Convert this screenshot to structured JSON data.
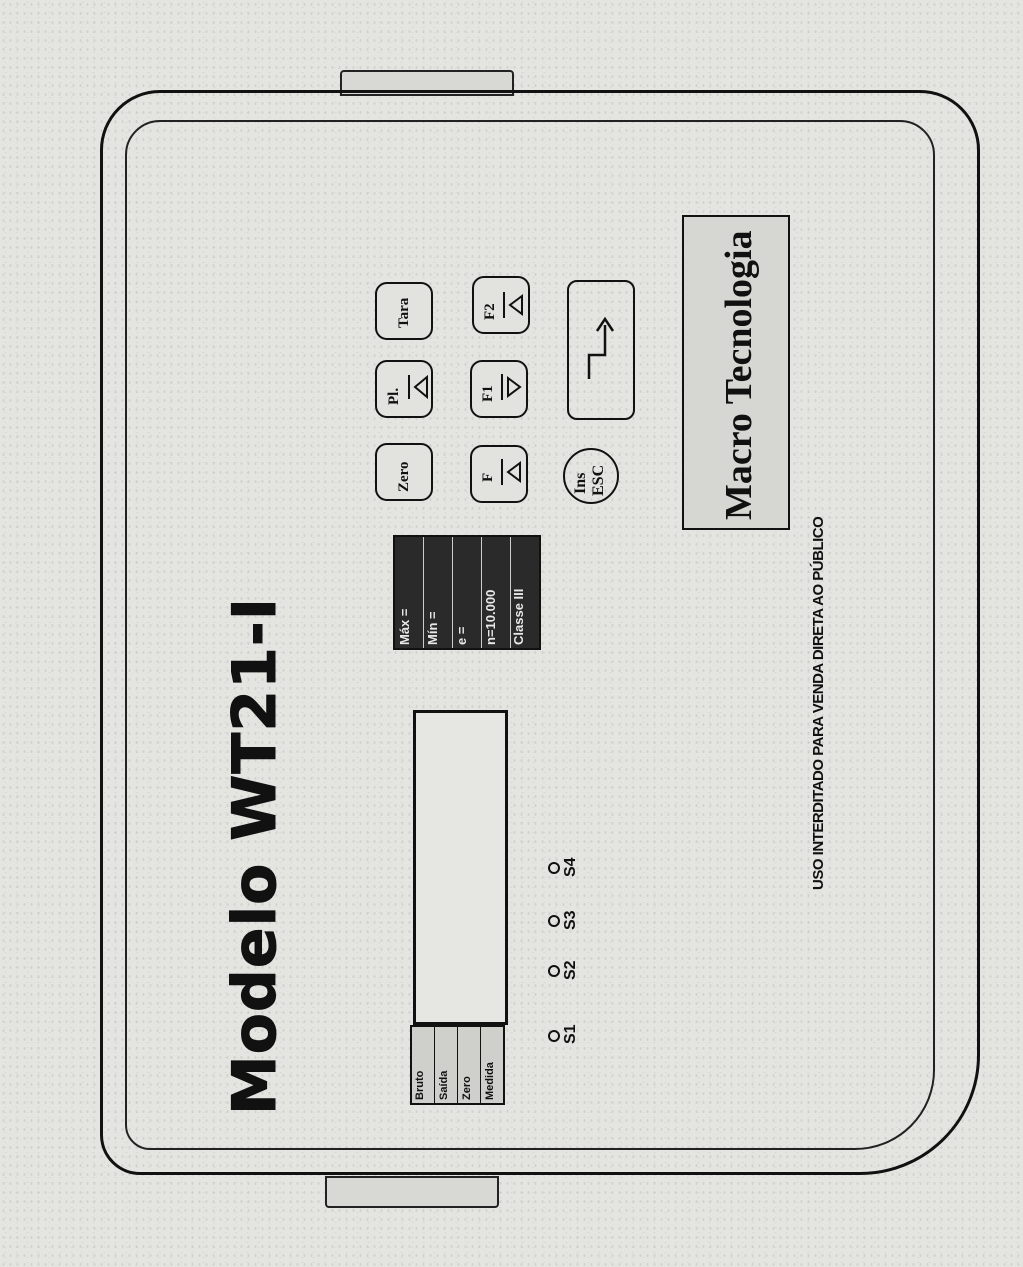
{
  "model": {
    "title": "Modelo WT21-I"
  },
  "status_labels": [
    "Bruto",
    "Saída",
    "Zero",
    "Medida"
  ],
  "leds": [
    "S1",
    "S2",
    "S3",
    "S4"
  ],
  "spec_plate": [
    "Máx =",
    "Mín =",
    "e =",
    "n=10.000",
    "Classe III"
  ],
  "keys": {
    "zero": "Zero",
    "pl": "Pl.",
    "tara": "Tara",
    "f": "F",
    "f1": "F1",
    "f2": "F2",
    "ins_esc_top": "Ins",
    "ins_esc_bottom": "ESC"
  },
  "brand": "Macro Tecnologia",
  "notice": "USO INTERDITADO PARA VENDA DIRETA AO PÚBLICO",
  "icons": {
    "enter": "enter-arrow-icon",
    "left": "arrow-left-icon",
    "up": "arrow-up-icon",
    "down": "arrow-down-icon",
    "right": "arrow-right-icon"
  }
}
